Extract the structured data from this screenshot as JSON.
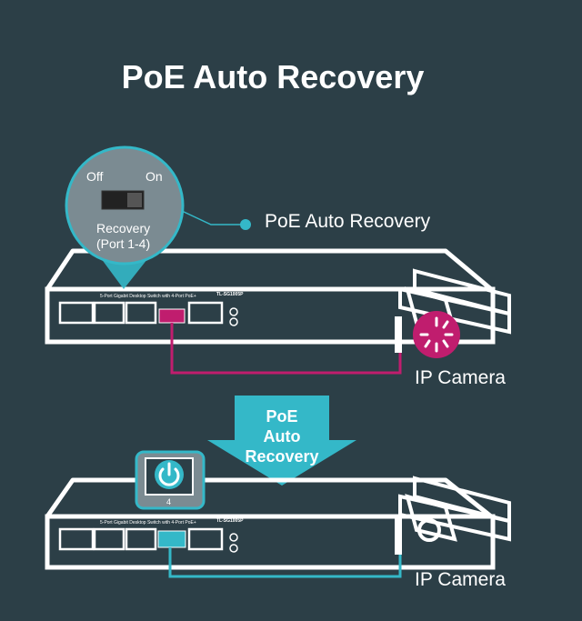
{
  "title": "PoE Auto Recovery",
  "switch_zoom": {
    "off_label": "Off",
    "on_label": "On",
    "recovery_label": "Recovery",
    "port_range": "(Port 1-4)"
  },
  "callout_label": "PoE Auto Recovery",
  "arrow_text": [
    "PoE",
    "Auto",
    "Recovery"
  ],
  "camera_label_top": "IP Camera",
  "camera_label_bottom": "IP Camera",
  "switch_model": "TL-SG1005P",
  "switch_description": "5-Port Gigabit Desktop Switch with 4-Port PoE+",
  "port_zoom_number": "4",
  "colors": {
    "background": "#2c3f47",
    "accent_cyan": "#34b8c8",
    "fault_magenta": "#c01d6e",
    "white": "#ffffff"
  },
  "icons": [
    "security-camera-icon",
    "power-icon",
    "loading-spinner-icon"
  ]
}
